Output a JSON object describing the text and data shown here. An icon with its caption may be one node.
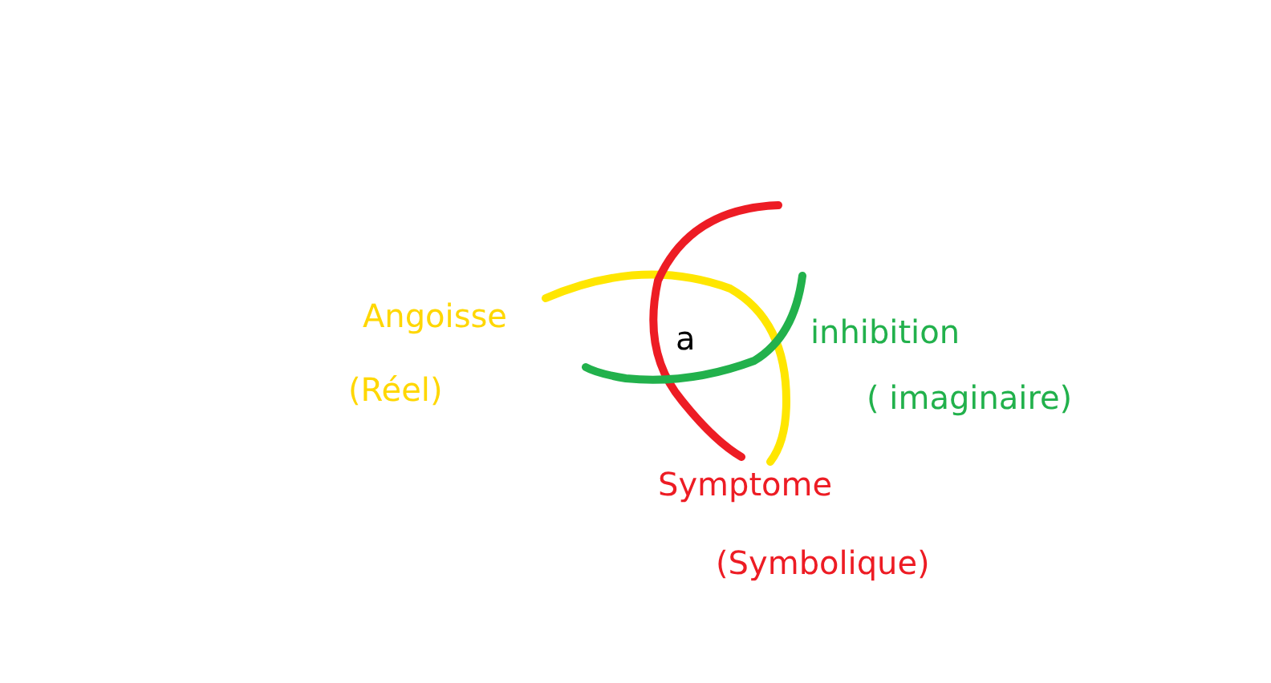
{
  "diagram": {
    "labels": [
      "Angoisse",
      "(Réel)",
      "a",
      "inhibition",
      "( imaginaire)",
      "Symptome",
      "(Symbolique)"
    ]
  }
}
